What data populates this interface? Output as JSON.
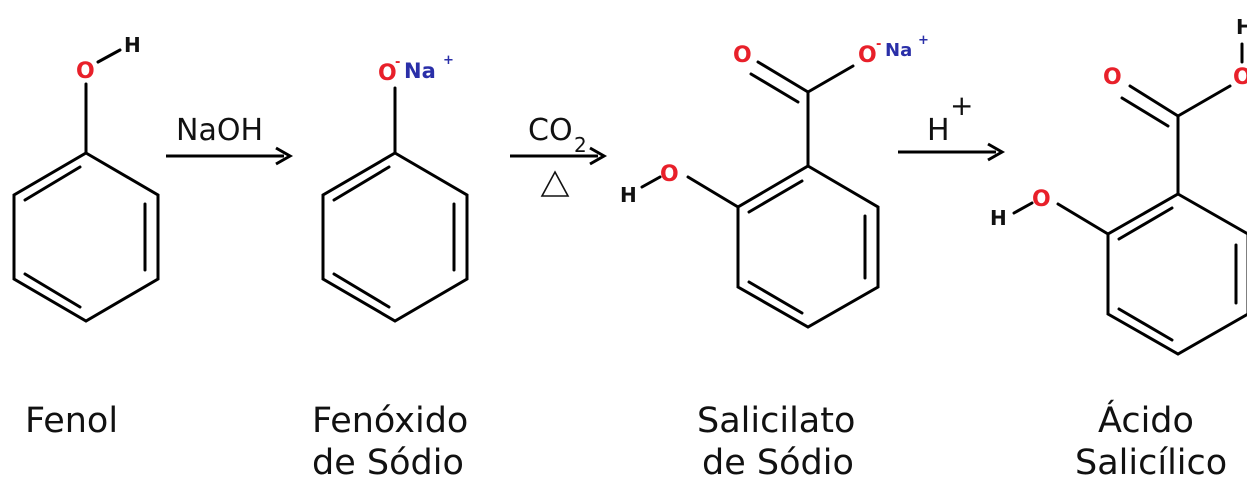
{
  "reaction": {
    "step1": {
      "reagent": "NaOH"
    },
    "step2": {
      "reagent_main": "CO",
      "reagent_sub": "2",
      "condition": "△"
    },
    "step3": {
      "reagent_main": "H",
      "reagent_sup": "+"
    }
  },
  "atoms": {
    "oxygen": "O",
    "hydrogen": "H",
    "sodium": "Na",
    "minus": "-",
    "plus": "+"
  },
  "compounds": {
    "phenol": {
      "name": "Fenol"
    },
    "sodium_phenoxide": {
      "name_line1": "Fenóxido",
      "name_line2": "de Sódio"
    },
    "sodium_salicylate": {
      "name_line1": "Salicilato",
      "name_line2": "de Sódio"
    },
    "salicylic_acid": {
      "name_line1": "Ácido",
      "name_line2": "Salicílico"
    }
  },
  "colors": {
    "oxygen": "#e8202a",
    "sodium": "#2a2fa8",
    "bond": "#000000"
  }
}
